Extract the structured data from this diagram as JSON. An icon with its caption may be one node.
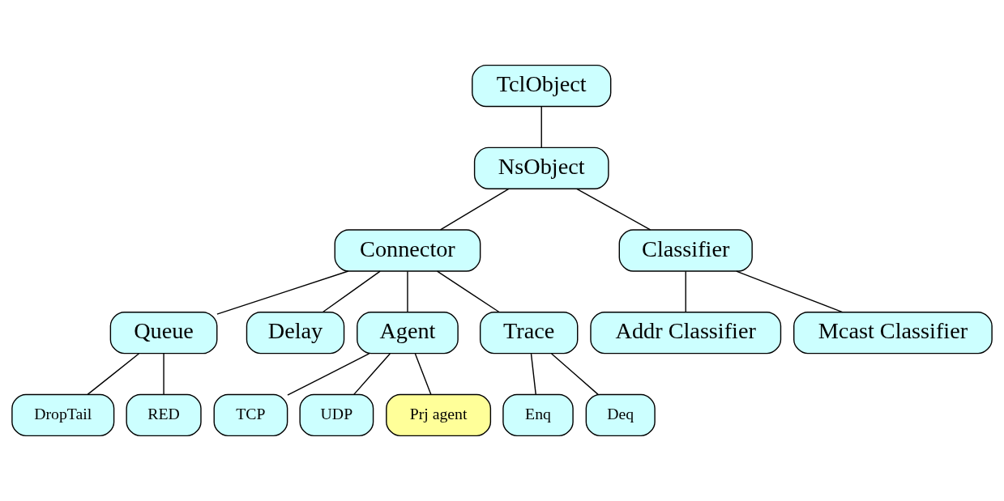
{
  "diagram": {
    "nodes": [
      {
        "text": [
          "TclObject"
        ]
      },
      {
        "text": [
          "NsObject"
        ]
      },
      {
        "text": [
          "Connector"
        ]
      },
      {
        "text": [
          "Classifier"
        ]
      },
      {
        "text": [
          "Queue"
        ]
      },
      {
        "text": [
          "Delay"
        ]
      },
      {
        "text": [
          "Agent"
        ]
      },
      {
        "text": [
          "Trace"
        ]
      },
      {
        "text": [
          "Addr Classifier"
        ]
      },
      {
        "text": [
          "Mcast Classifier"
        ]
      },
      {
        "text": [
          "DropTail"
        ]
      },
      {
        "text": [
          "RED"
        ]
      },
      {
        "text": [
          "TCP"
        ]
      },
      {
        "text": [
          "UDP"
        ]
      },
      {
        "text": [
          "Prj agent"
        ]
      },
      {
        "text": [
          "Enq"
        ]
      },
      {
        "text": [
          "Deq"
        ]
      }
    ],
    "edges": [
      {
        "from": 0,
        "to": 1,
        "arrow": "none"
      },
      {
        "from": 1,
        "to": 2,
        "arrow": "none"
      },
      {
        "from": 1,
        "to": 3,
        "arrow": "none"
      },
      {
        "from": 2,
        "to": 4,
        "arrow": "none"
      },
      {
        "from": 2,
        "to": 5,
        "arrow": "none"
      },
      {
        "from": 2,
        "to": 6,
        "arrow": "none"
      },
      {
        "from": 2,
        "to": 7,
        "arrow": "none"
      },
      {
        "from": 3,
        "to": 8,
        "arrow": "none"
      },
      {
        "from": 3,
        "to": 9,
        "arrow": "none"
      },
      {
        "from": 4,
        "to": 10,
        "arrow": "none"
      },
      {
        "from": 4,
        "to": 11,
        "arrow": "none"
      },
      {
        "from": 6,
        "to": 12,
        "arrow": "none"
      },
      {
        "from": 6,
        "to": 13,
        "arrow": "none"
      },
      {
        "from": 6,
        "to": 14,
        "arrow": "none"
      },
      {
        "from": 7,
        "to": 15,
        "arrow": "none"
      },
      {
        "from": 7,
        "to": 16,
        "arrow": "none"
      }
    ]
  }
}
